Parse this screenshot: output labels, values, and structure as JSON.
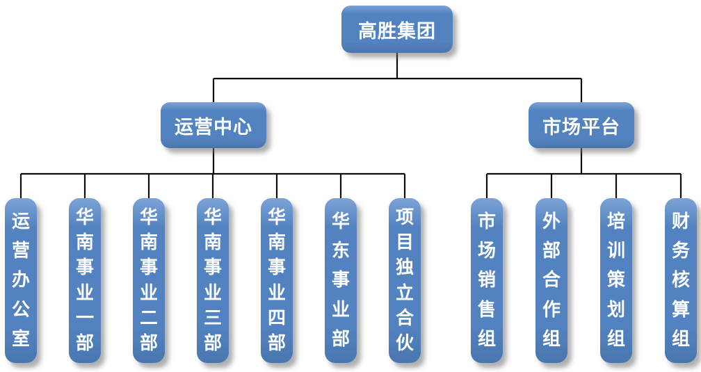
{
  "org_chart": {
    "type": "org-tree",
    "root": {
      "label": "高胜集团"
    },
    "branches": [
      {
        "label": "运营中心",
        "children": [
          "运营办公室",
          "华南事业一部",
          "华南事业二部",
          "华南事业三部",
          "华南事业四部",
          "华东事业部",
          "项目独立合伙"
        ]
      },
      {
        "label": "市场平台",
        "children": [
          "市场销售组",
          "外部合作组",
          "培训策划组",
          "财务核算组"
        ]
      }
    ],
    "colors": {
      "node_fill": "#5282bf",
      "node_fill_light": "#7da3d6",
      "node_fill_dark": "#4976ae",
      "node_text": "#ffffff",
      "connector": "#0b0b0b"
    }
  }
}
